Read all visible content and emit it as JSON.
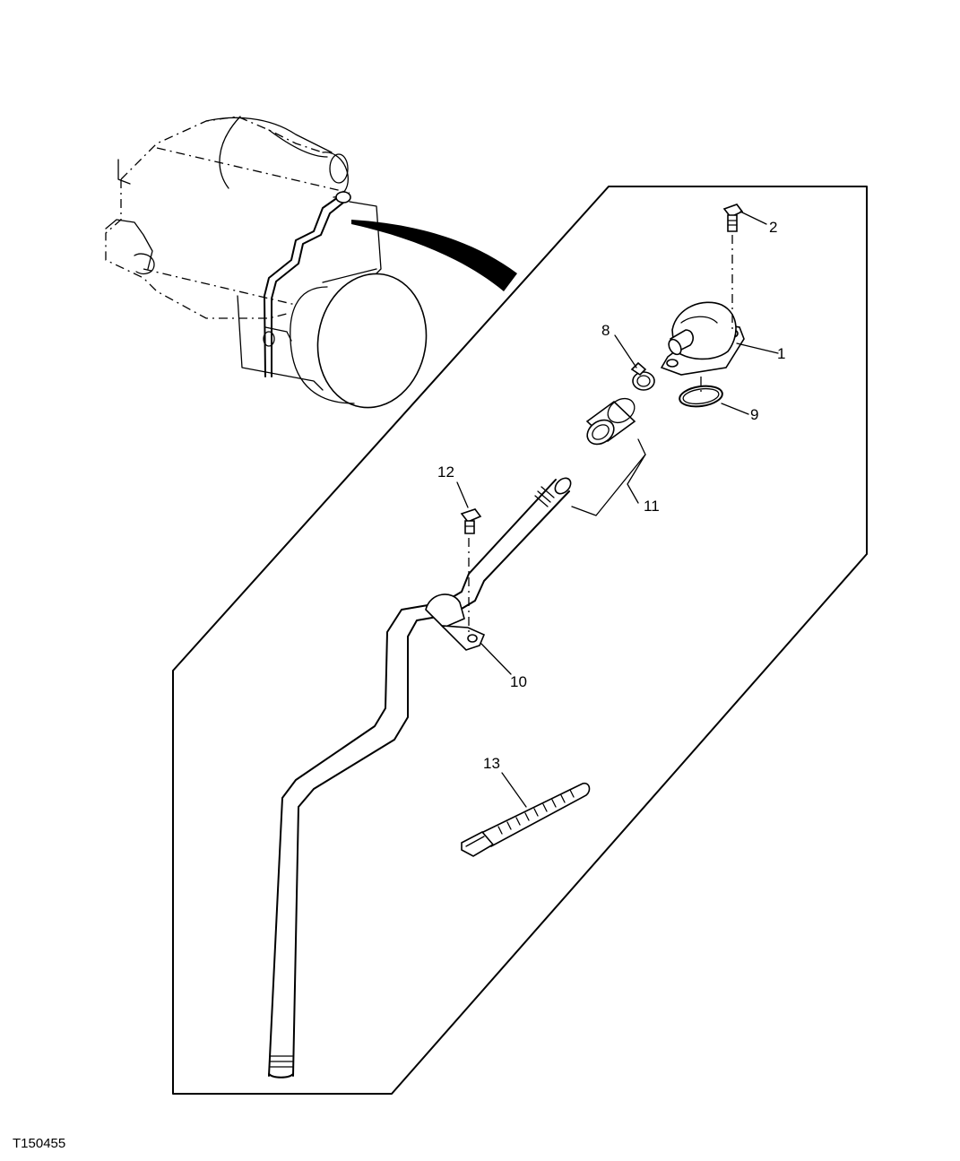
{
  "figure_id": "T150455",
  "callouts": [
    {
      "id": "c1",
      "label": "1"
    },
    {
      "id": "c2",
      "label": "2"
    },
    {
      "id": "c8",
      "label": "8"
    },
    {
      "id": "c9",
      "label": "9"
    },
    {
      "id": "c10",
      "label": "10"
    },
    {
      "id": "c11",
      "label": "11"
    },
    {
      "id": "c12",
      "label": "12"
    },
    {
      "id": "c13",
      "label": "13"
    }
  ]
}
